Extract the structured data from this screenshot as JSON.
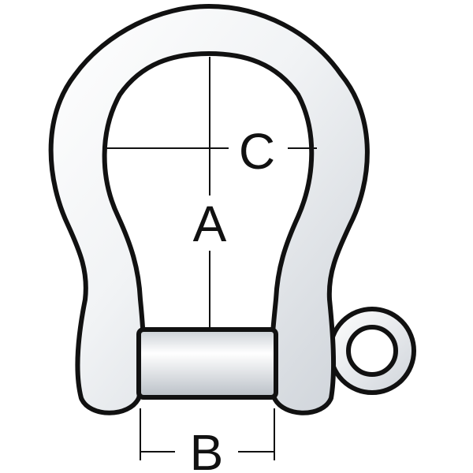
{
  "diagram": {
    "subject": "bow shackle",
    "labels": {
      "a": "A",
      "b": "B",
      "c": "C"
    },
    "colors": {
      "outline": "#111111",
      "metal_light": "#ffffff",
      "metal_mid": "#e9ecef",
      "metal_dark": "#c9ced4",
      "background": "#ffffff"
    }
  }
}
